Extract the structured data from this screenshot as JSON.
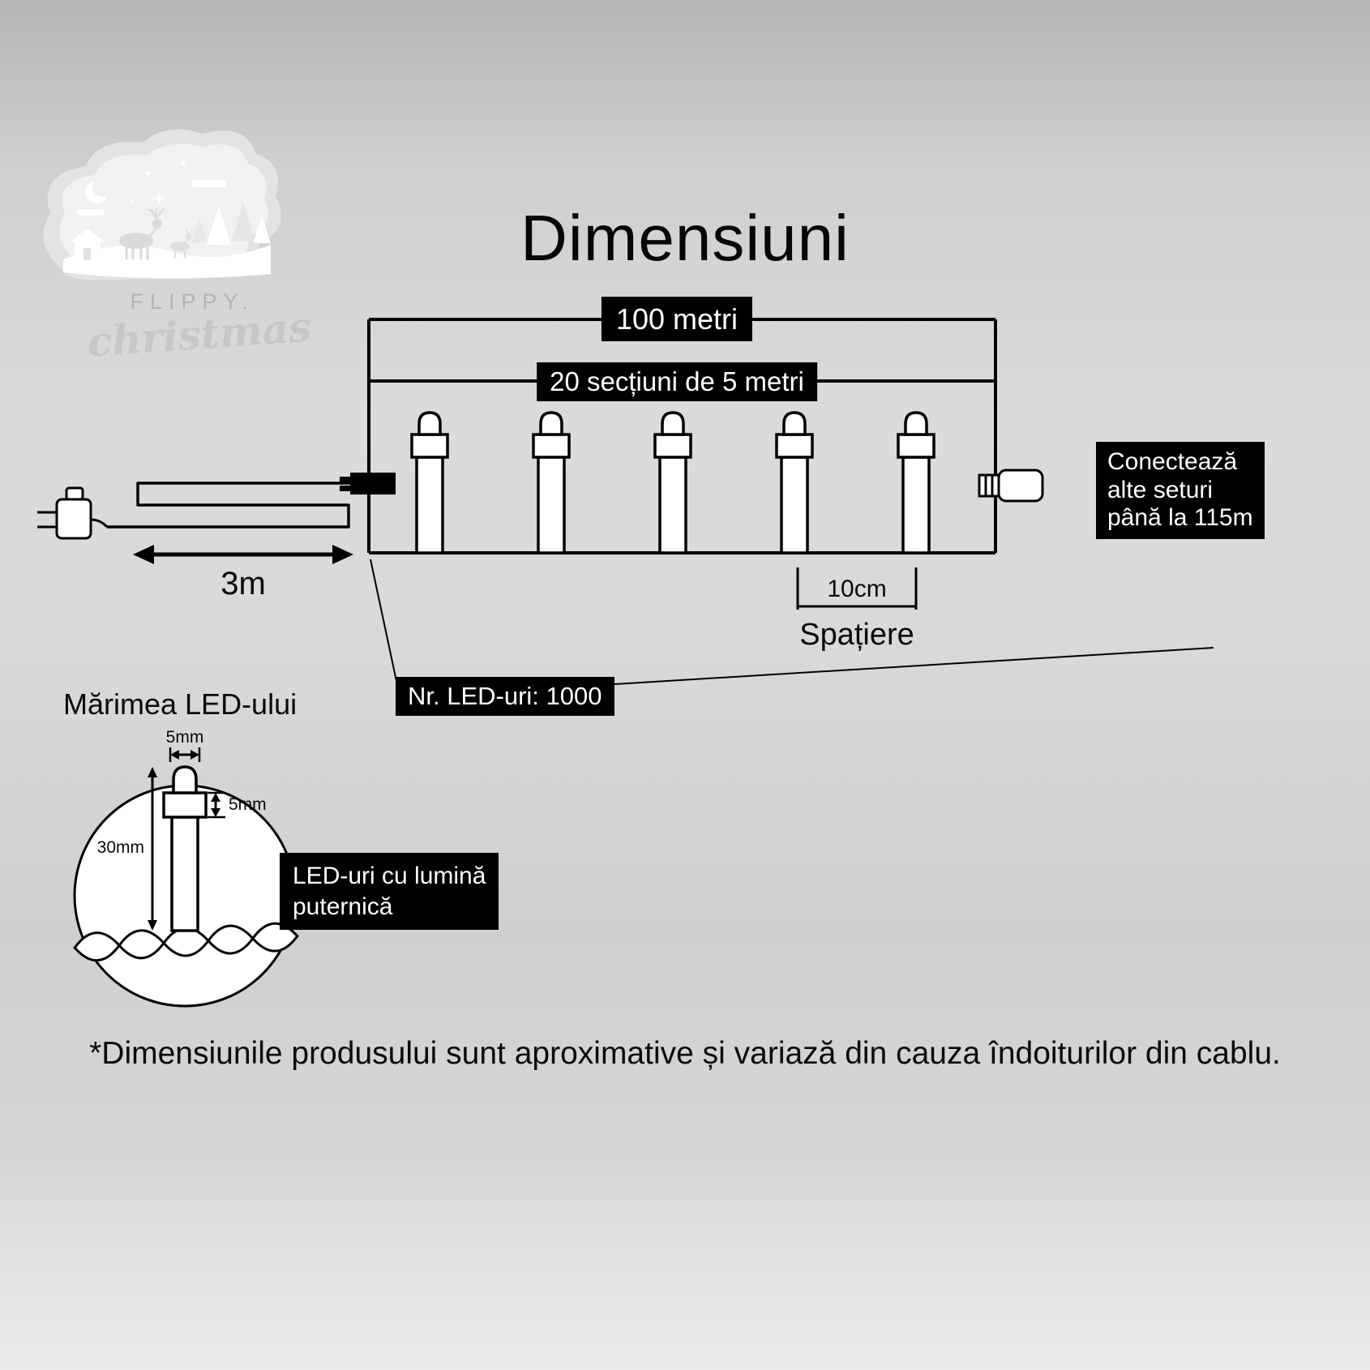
{
  "page": {
    "title": "Dimensiuni",
    "footnote": "*Dimensiunile produsului sunt aproximative și variază din cauza îndoiturilor din cablu."
  },
  "logo": {
    "brand": "FLIPPY.",
    "script": "christmas"
  },
  "diagram": {
    "total_length_label": "100 metri",
    "sections_label": "20 secțiuni de 5 metri",
    "connector_note_lines": [
      "Conectează",
      "alte seturi",
      "până la 115m"
    ],
    "lead_length_label": "3m",
    "spacing_value": "10cm",
    "spacing_label": "Spațiere",
    "led_count_label": "Nr. LED-uri: 1000"
  },
  "led_detail": {
    "section_title": "Mărimea LED-ului",
    "tip_width": "5mm",
    "tip_height": "5mm",
    "body_height": "30mm",
    "note_lines": [
      "LED-uri cu lumină",
      "puternică"
    ]
  },
  "colors": {
    "label_bg": "#000000",
    "label_text": "#ffffff",
    "line": "#000000",
    "bulb_fill": "#ffffff"
  }
}
